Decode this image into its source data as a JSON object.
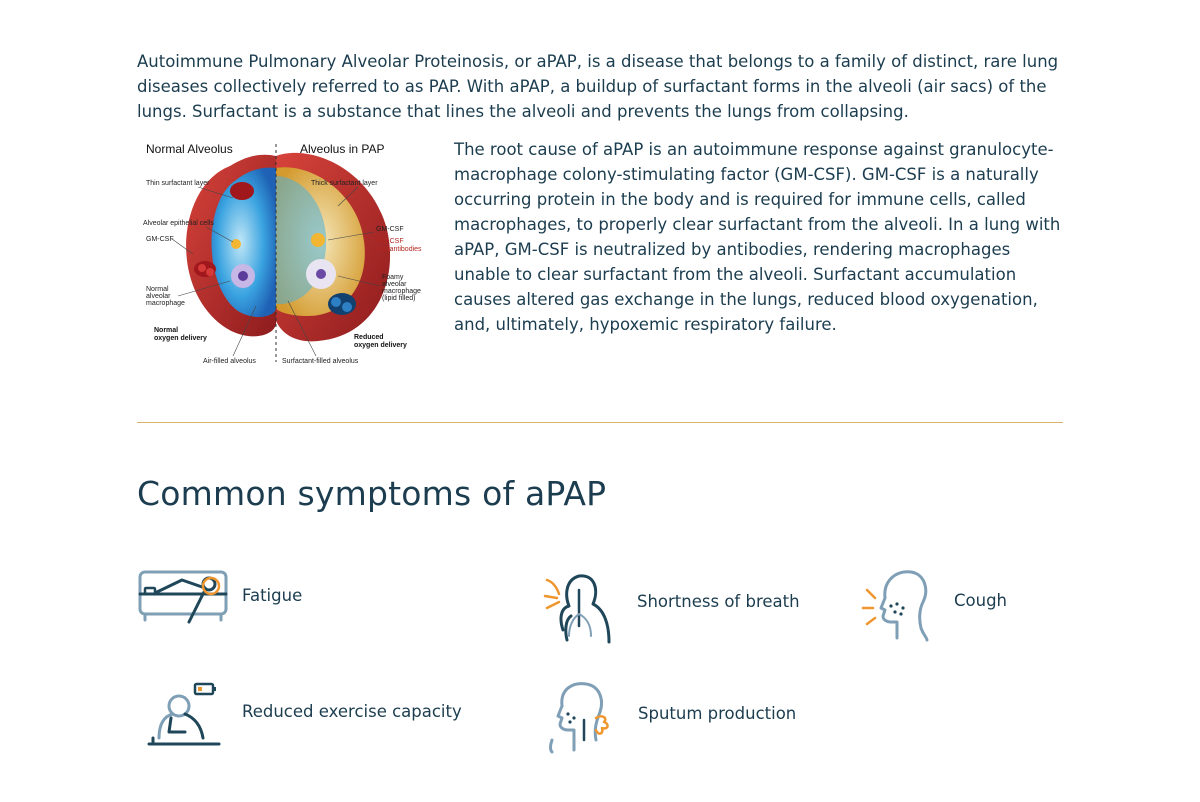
{
  "intro": "Autoimmune Pulmonary Alveolar Proteinosis, or aPAP, is a disease that belongs to a family of distinct, rare lung diseases collectively referred to as PAP. With aPAP, a buildup of surfactant forms in the alveoli (air sacs) of the lungs. Surfactant is a substance that lines the alveoli and prevents the lungs from collapsing.",
  "figure": {
    "left_title": "Normal Alveolus",
    "right_title": "Alveolus in PAP",
    "labels": {
      "thin_layer": "Thin surfactant layer",
      "thick_layer": "Thick surfactant layer",
      "epithelial": "Alveolar epithelial cells",
      "gmcsf_left": "GM-CSF",
      "gmcsf_right": "GM-CSF",
      "autoantibodies_1": "GM-CSF",
      "autoantibodies_2": "autoantibodies",
      "normal_mac_1": "Normal",
      "normal_mac_2": "alveolar",
      "normal_mac_3": "macrophage",
      "foamy_1": "Foamy",
      "foamy_2": "alveolar",
      "foamy_3": "macrophage",
      "foamy_4": "(lipid filled)",
      "normal_o2_1": "Normal",
      "normal_o2_2": "oxygen delivery",
      "reduced_o2_1": "Reduced",
      "reduced_o2_2": "oxygen delivery",
      "air_filled": "Air-filled alveolus",
      "surfactant_filled": "Surfactant-filled alveolus"
    }
  },
  "root_cause": "The root cause of aPAP is an autoimmune response against granulocyte-macrophage colony-stimulating factor (GM-CSF). GM-CSF is a naturally occurring protein in the body and is required for immune cells, called macrophages, to properly clear surfactant from the alveoli. In a lung with aPAP, GM-CSF is neutralized by antibodies, rendering macrophages unable to clear surfactant from the alveoli. Surfactant accumulation causes altered gas exchange in the lungs, reduced blood oxygenation, and, ultimately, hypoxemic respiratory failure.",
  "symptoms_heading": "Common symptoms of aPAP",
  "symptoms": [
    {
      "label": "Fatigue",
      "icon": "fatigue-icon"
    },
    {
      "label": "Shortness of breath",
      "icon": "shortness-of-breath-icon"
    },
    {
      "label": "Cough",
      "icon": "cough-icon"
    },
    {
      "label": "Reduced exercise capacity",
      "icon": "reduced-exercise-icon"
    },
    {
      "label": "Sputum production",
      "icon": "sputum-icon"
    }
  ],
  "colors": {
    "text": "#1c3d4f",
    "divider": "#d7b46a",
    "icon_navy": "#1f4759",
    "icon_blue": "#7f9fb6",
    "icon_orange": "#f0962e"
  }
}
